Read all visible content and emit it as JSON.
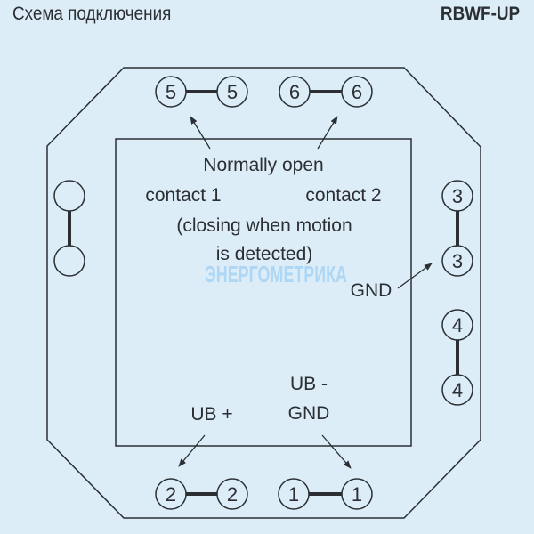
{
  "header": {
    "title": "Схема подключения",
    "model": "RBWF-UP"
  },
  "terminals": {
    "t5a": "5",
    "t5b": "5",
    "t6a": "6",
    "t6b": "6",
    "t3a": "3",
    "t3b": "3",
    "t4a": "4",
    "t4b": "4",
    "t2a": "2",
    "t2b": "2",
    "t1a": "1",
    "t1b": "1"
  },
  "labels": {
    "line1": "Normally open",
    "contact1": "contact 1",
    "contact2": "contact 2",
    "line3": "(closing when motion",
    "line4": "is detected)",
    "gnd": "GND",
    "ub_minus_1": "UB -",
    "ub_minus_2": "GND",
    "ub_plus": "UB +"
  },
  "watermark": "ЭНЕРГОМЕТРИКА",
  "colors": {
    "background": "#dcedf7",
    "line": "#2b2f33",
    "watermark": "#aed6f5"
  }
}
